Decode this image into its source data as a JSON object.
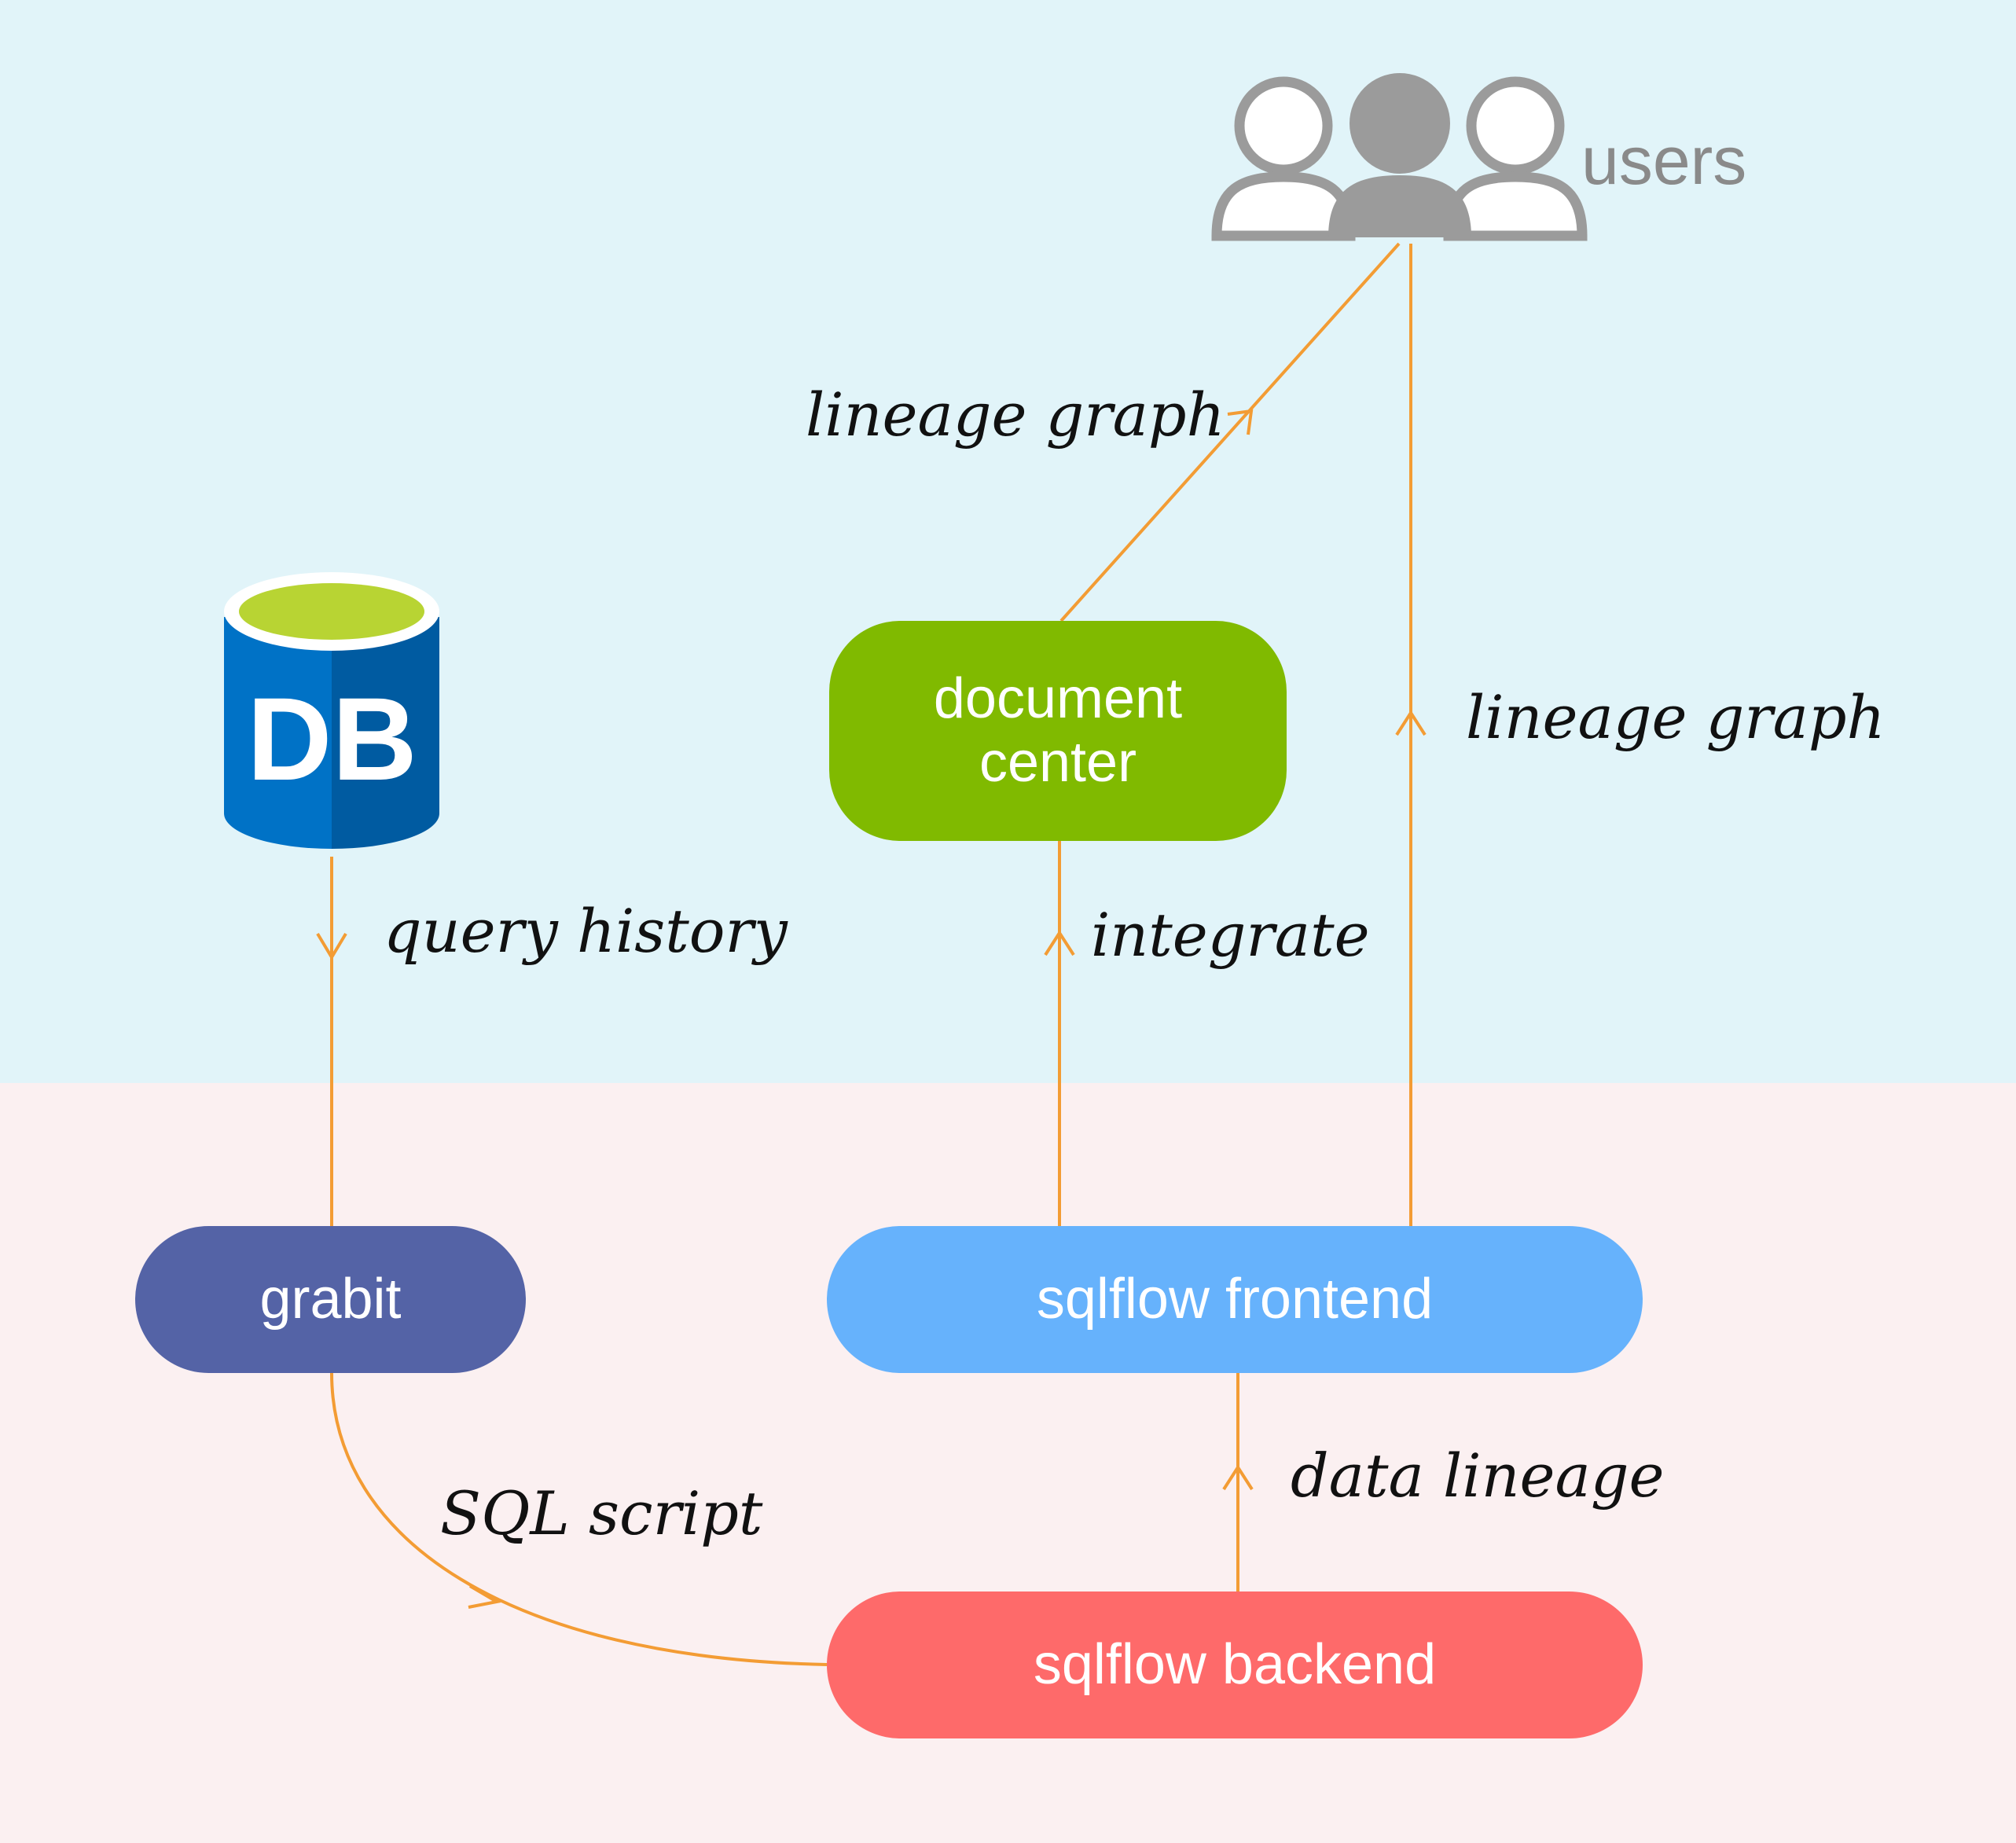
{
  "colors": {
    "top_zone": "#e1f4f9",
    "bottom_zone": "#fbf0f1",
    "edge": "#f39c34",
    "grabit": "#5463a6",
    "frontend": "#66b2fc",
    "backend": "#fe6a6a",
    "document_center": "#80ba00",
    "db_blue": "#0072c6",
    "db_blue_dark": "#005ba1",
    "db_top": "#b8d433",
    "users_gray": "#9b9b9b"
  },
  "nodes": {
    "db": {
      "label": "DB",
      "icon": "database-icon"
    },
    "users": {
      "label": "users",
      "icon": "users-group-icon"
    },
    "grabit": {
      "label": "grabit"
    },
    "frontend": {
      "label": "sqlflow frontend"
    },
    "backend": {
      "label": "sqlflow backend"
    },
    "document_center": {
      "label": "document center"
    }
  },
  "edges": {
    "query_history": "query history",
    "sql_script": "SQL script",
    "data_lineage": "data lineage",
    "integrate": "integrate",
    "lineage_graph_doc": "lineage graph",
    "lineage_graph_frontend": "lineage graph"
  }
}
